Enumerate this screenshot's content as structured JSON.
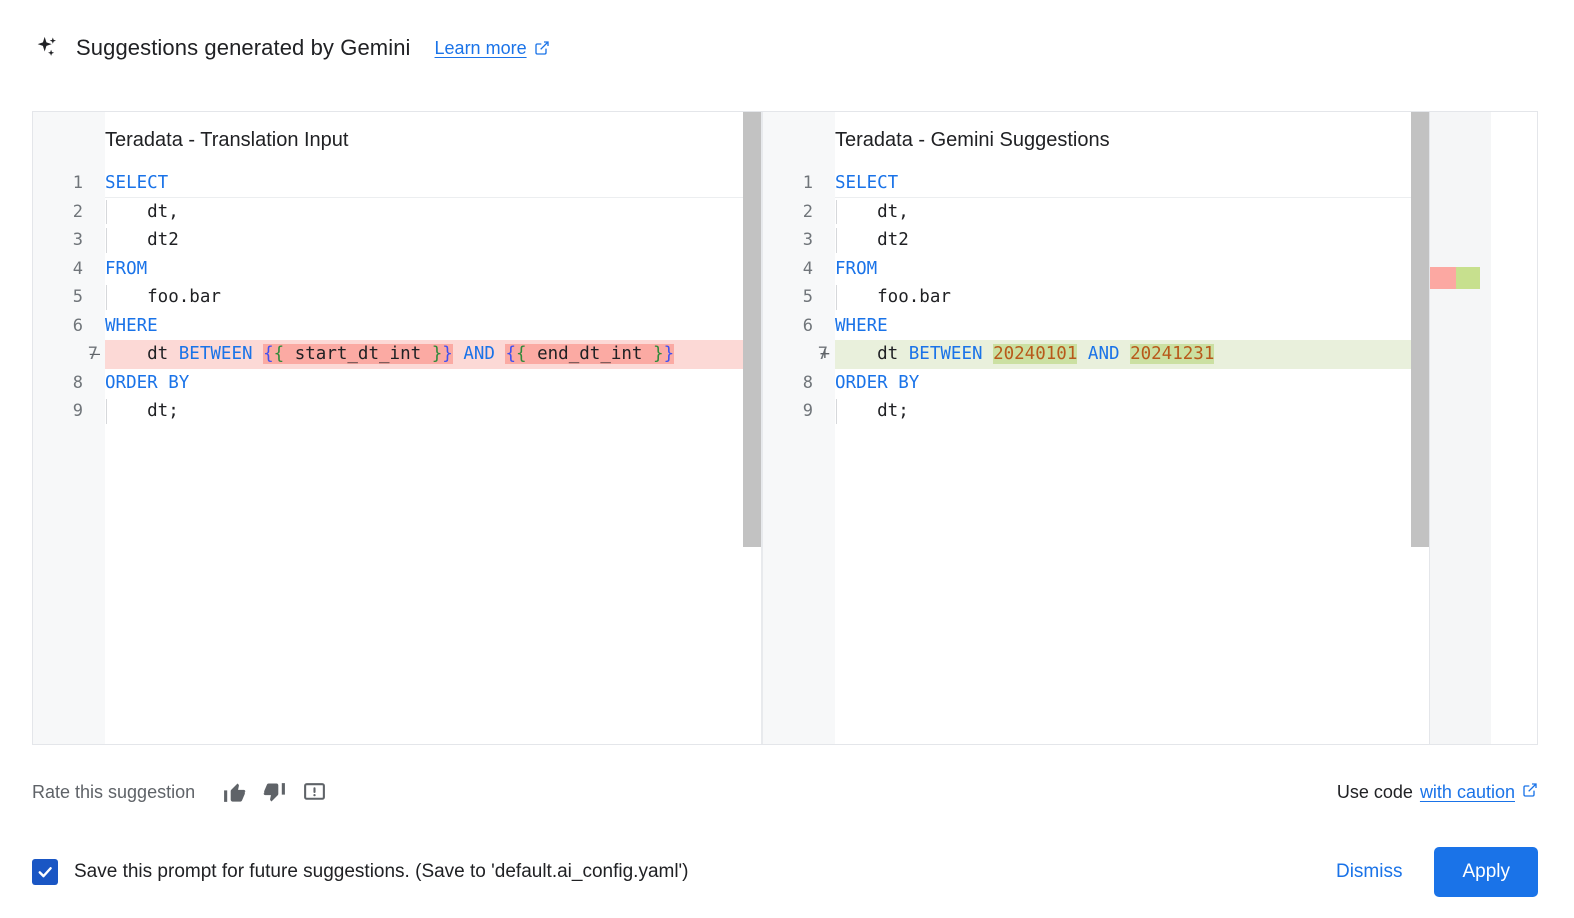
{
  "header": {
    "title": "Suggestions generated by Gemini",
    "learn_more": "Learn more",
    "spark_icon": "sparkle-icon",
    "external_link_icon": "external-link-icon"
  },
  "diff": {
    "left": {
      "title": "Teradata - Translation Input",
      "lines": [
        {
          "no": "1",
          "sign": "",
          "state": "current",
          "indent": false,
          "tokens": [
            {
              "t": "SELECT",
              "c": "kw"
            }
          ]
        },
        {
          "no": "2",
          "sign": "",
          "state": "",
          "indent": true,
          "tokens": [
            {
              "t": "    dt,",
              "c": "plain"
            }
          ]
        },
        {
          "no": "3",
          "sign": "",
          "state": "",
          "indent": true,
          "tokens": [
            {
              "t": "    dt2",
              "c": "plain"
            }
          ]
        },
        {
          "no": "4",
          "sign": "",
          "state": "",
          "indent": false,
          "tokens": [
            {
              "t": "FROM",
              "c": "kw"
            }
          ]
        },
        {
          "no": "5",
          "sign": "",
          "state": "",
          "indent": true,
          "tokens": [
            {
              "t": "    foo.bar",
              "c": "plain"
            }
          ]
        },
        {
          "no": "6",
          "sign": "",
          "state": "",
          "indent": false,
          "tokens": [
            {
              "t": "WHERE",
              "c": "kw"
            }
          ]
        },
        {
          "no": "7",
          "sign": "—",
          "state": "del",
          "indent": false,
          "tokens": [
            {
              "t": "    dt ",
              "c": "plain"
            },
            {
              "t": "BETWEEN",
              "c": "kw"
            },
            {
              "t": " ",
              "c": "plain"
            },
            {
              "t": "{",
              "c": "brace-o",
              "hl": "del"
            },
            {
              "t": "{",
              "c": "brace-i",
              "hl": "del"
            },
            {
              "t": " start_dt_int ",
              "c": "plain",
              "hl": "del"
            },
            {
              "t": "}",
              "c": "brace-i",
              "hl": "del"
            },
            {
              "t": "}",
              "c": "brace-o",
              "hl": "del"
            },
            {
              "t": " ",
              "c": "plain"
            },
            {
              "t": "AND",
              "c": "kw"
            },
            {
              "t": " ",
              "c": "plain"
            },
            {
              "t": "{",
              "c": "brace-o",
              "hl": "del"
            },
            {
              "t": "{",
              "c": "brace-i",
              "hl": "del"
            },
            {
              "t": " end_dt_int ",
              "c": "plain",
              "hl": "del"
            },
            {
              "t": "}",
              "c": "brace-i",
              "hl": "del"
            },
            {
              "t": "}",
              "c": "brace-o",
              "hl": "del"
            }
          ]
        },
        {
          "no": "8",
          "sign": "",
          "state": "",
          "indent": false,
          "tokens": [
            {
              "t": "ORDER BY",
              "c": "kw"
            }
          ]
        },
        {
          "no": "9",
          "sign": "",
          "state": "",
          "indent": true,
          "tokens": [
            {
              "t": "    dt;",
              "c": "plain"
            }
          ]
        }
      ]
    },
    "right": {
      "title": "Teradata - Gemini Suggestions",
      "lines": [
        {
          "no": "1",
          "sign": "",
          "state": "current",
          "indent": false,
          "tokens": [
            {
              "t": "SELECT",
              "c": "kw"
            }
          ]
        },
        {
          "no": "2",
          "sign": "",
          "state": "",
          "indent": true,
          "tokens": [
            {
              "t": "    dt,",
              "c": "plain"
            }
          ]
        },
        {
          "no": "3",
          "sign": "",
          "state": "",
          "indent": true,
          "tokens": [
            {
              "t": "    dt2",
              "c": "plain"
            }
          ]
        },
        {
          "no": "4",
          "sign": "",
          "state": "",
          "indent": false,
          "tokens": [
            {
              "t": "FROM",
              "c": "kw"
            }
          ]
        },
        {
          "no": "5",
          "sign": "",
          "state": "",
          "indent": true,
          "tokens": [
            {
              "t": "    foo.bar",
              "c": "plain"
            }
          ]
        },
        {
          "no": "6",
          "sign": "",
          "state": "",
          "indent": false,
          "tokens": [
            {
              "t": "WHERE",
              "c": "kw"
            }
          ]
        },
        {
          "no": "7",
          "sign": "+",
          "state": "add",
          "indent": false,
          "tokens": [
            {
              "t": "    dt ",
              "c": "plain"
            },
            {
              "t": "BETWEEN",
              "c": "kw"
            },
            {
              "t": " ",
              "c": "plain"
            },
            {
              "t": "20240101",
              "c": "num",
              "hl": "add"
            },
            {
              "t": " ",
              "c": "plain"
            },
            {
              "t": "AND",
              "c": "kw"
            },
            {
              "t": " ",
              "c": "plain"
            },
            {
              "t": "20241231",
              "c": "num",
              "hl": "add"
            }
          ]
        },
        {
          "no": "8",
          "sign": "",
          "state": "",
          "indent": false,
          "tokens": [
            {
              "t": "ORDER BY",
              "c": "kw"
            }
          ]
        },
        {
          "no": "9",
          "sign": "",
          "state": "",
          "indent": true,
          "tokens": [
            {
              "t": "    dt;",
              "c": "plain"
            }
          ]
        }
      ]
    },
    "overview_ruler": {
      "deleted_marker_color": "#fca8a2",
      "added_marker_color": "#c7e08e"
    }
  },
  "rate": {
    "label": "Rate this suggestion",
    "thumb_up_icon": "thumb-up-icon",
    "thumb_down_icon": "thumb-down-icon",
    "report_icon": "report-feedback-icon",
    "use_code_prefix": "Use code",
    "caution_link": "with caution",
    "external_link_icon": "external-link-icon"
  },
  "footer": {
    "checkbox_checked": true,
    "checkbox_label": "Save this prompt for future suggestions. (Save to 'default.ai_config.yaml')",
    "dismiss_label": "Dismiss",
    "apply_label": "Apply"
  },
  "colors": {
    "accent": "#1a73e8",
    "checkbox": "#1a56c4",
    "keyword": "#1a73e8",
    "number": "#b8591a",
    "diff_del_bg": "#fcd9d6",
    "diff_del_word": "#fbaaa3",
    "diff_add_bg": "#e9f0dc",
    "diff_add_word": "#cbe0a2",
    "scrollbar": "#c2c2c2"
  }
}
